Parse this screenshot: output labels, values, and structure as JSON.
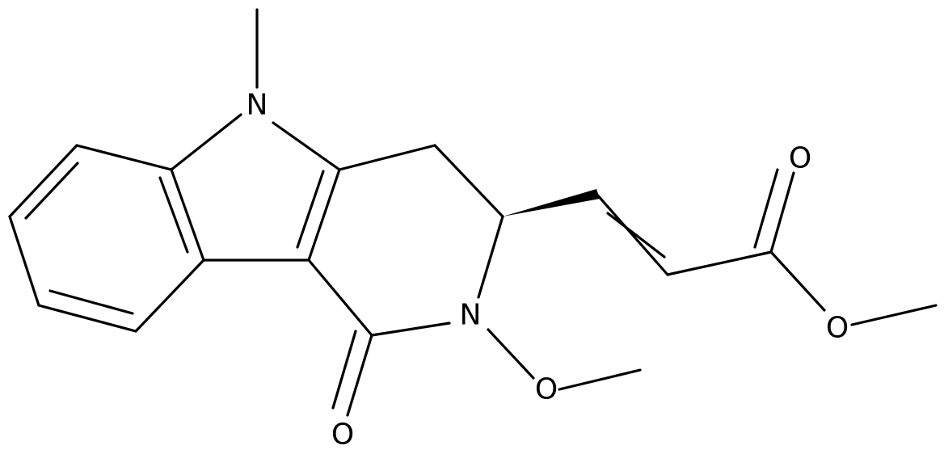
{
  "molecule": {
    "atoms": {
      "n_indole": "N",
      "n_amide": "N",
      "o_methoxy": "O",
      "o_lactam": "O",
      "o_carbonyl_ester": "O",
      "o_ester": "O"
    }
  }
}
